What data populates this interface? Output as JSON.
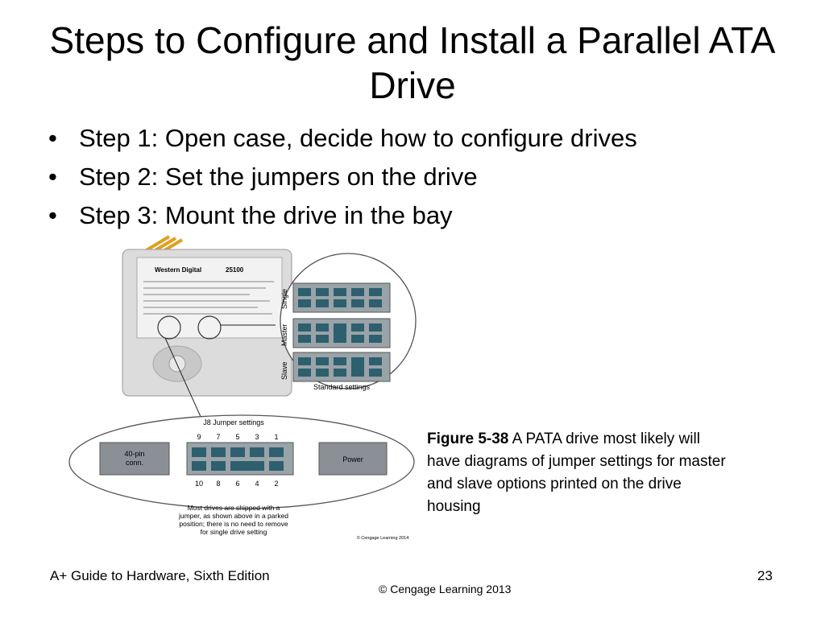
{
  "slide": {
    "title": "Steps to Configure and Install a Parallel ATA Drive",
    "bullets": [
      "Step 1: Open case, decide how to configure drives",
      "Step 2: Set the jumpers on the drive",
      "Step 3: Mount the drive in the bay"
    ],
    "figure": {
      "drive_brand": "Western Digital",
      "drive_model": "25100",
      "row_labels": [
        "Single",
        "Master",
        "Slave"
      ],
      "standard_settings_label": "Standard settings",
      "j8_title": "J8 Jumper settings",
      "pins_top": [
        "9",
        "7",
        "5",
        "3",
        "1"
      ],
      "pins_bottom": [
        "10",
        "8",
        "6",
        "4",
        "2"
      ],
      "conn_label_line1": "40-pin",
      "conn_label_line2": "conn.",
      "power_label": "Power",
      "note_lines": [
        "Most drives are shipped with a",
        "jumper, as shown above in a parked",
        "position; there is no need to remove",
        "for single drive setting"
      ],
      "copyright": "© Cengage Learning 2014"
    },
    "caption": {
      "label": "Figure 5-38",
      "text": " A PATA drive most likely will have diagrams of jumper settings for master and slave options printed on the drive housing"
    },
    "footer": {
      "left": "A+ Guide to Hardware, Sixth Edition",
      "center": "© Cengage Learning  2013",
      "page": "23"
    }
  }
}
